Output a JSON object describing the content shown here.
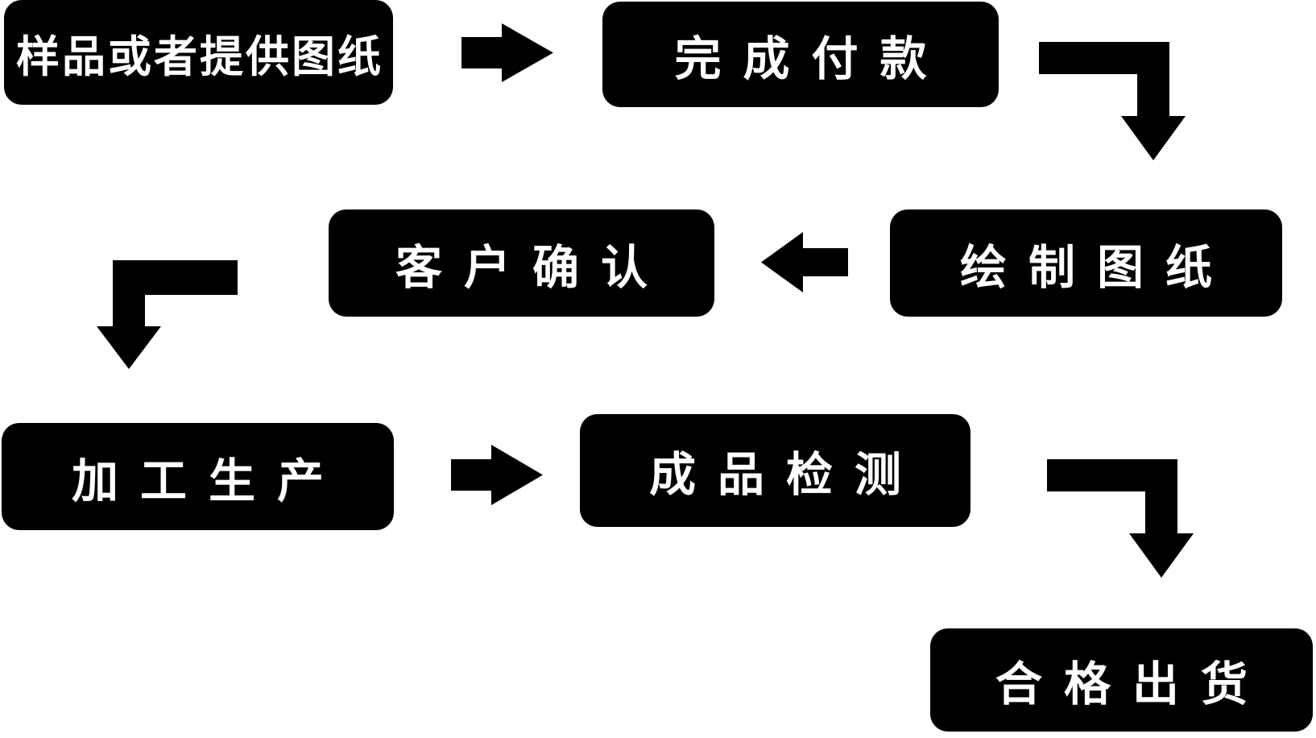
{
  "diagram": {
    "type": "flowchart",
    "background_color": "#ffffff",
    "node_fill_color": "#000000",
    "node_text_color": "#ffffff",
    "arrow_color": "#000000",
    "nodes": [
      {
        "id": "sample-or-drawing",
        "label": "样品或者提供图纸"
      },
      {
        "id": "complete-payment",
        "label": "完成付款"
      },
      {
        "id": "customer-confirm",
        "label": "客户确认"
      },
      {
        "id": "draw-drawings",
        "label": "绘制图纸"
      },
      {
        "id": "production",
        "label": "加工生产"
      },
      {
        "id": "product-inspection",
        "label": "成品检测"
      },
      {
        "id": "qualified-shipment",
        "label": "合格出货"
      }
    ],
    "edges": [
      {
        "from": "sample-or-drawing",
        "to": "complete-payment",
        "shape": "straight-right"
      },
      {
        "from": "complete-payment",
        "to": "draw-drawings",
        "shape": "elbow-right-down"
      },
      {
        "from": "draw-drawings",
        "to": "customer-confirm",
        "shape": "straight-left"
      },
      {
        "from": "customer-confirm",
        "to": "production",
        "shape": "elbow-left-down"
      },
      {
        "from": "production",
        "to": "product-inspection",
        "shape": "straight-right"
      },
      {
        "from": "product-inspection",
        "to": "qualified-shipment",
        "shape": "elbow-right-down"
      }
    ]
  }
}
